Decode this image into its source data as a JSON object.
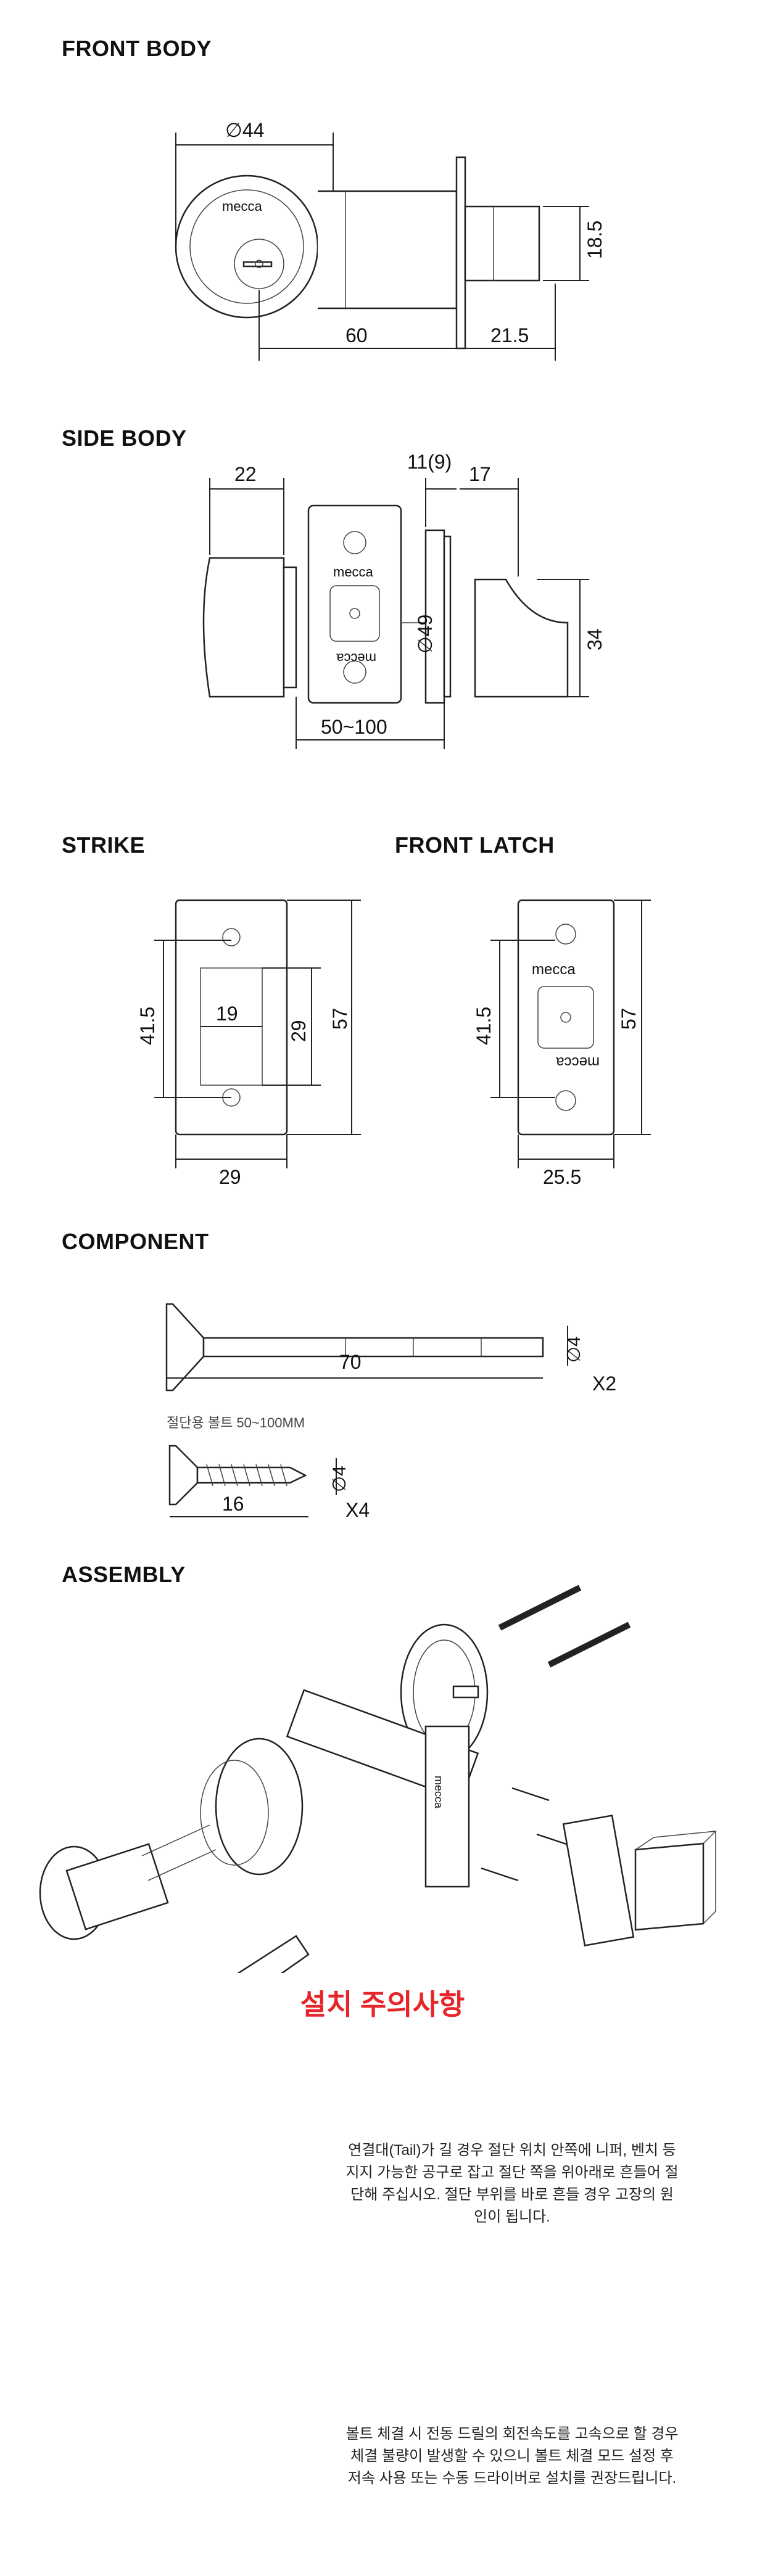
{
  "sections": {
    "front_body": "FRONT BODY",
    "side_body": "SIDE BODY",
    "strike": "STRIKE",
    "front_latch": "FRONT LATCH",
    "component": "COMPONENT",
    "assembly": "ASSEMBLY"
  },
  "front_body": {
    "brand": "mecca",
    "dims": {
      "diameter": "∅44",
      "length": "60",
      "depth": "21.5",
      "height": "18.5"
    }
  },
  "side_body": {
    "brand": "mecca",
    "dims": {
      "knob": "22",
      "gap": "11(9)",
      "thumb": "17",
      "backset": "50~100",
      "diameter": "∅49",
      "thumb_height": "34"
    }
  },
  "strike": {
    "dims": {
      "height_outer": "41.5",
      "width_inner": "19",
      "height_inner": "29",
      "height_total": "57",
      "width_total": "29"
    }
  },
  "front_latch": {
    "brand": "mecca",
    "dims": {
      "height_outer": "41.5",
      "height_total": "57",
      "width_total": "25.5"
    }
  },
  "component": {
    "bolt": {
      "diameter": "∅4",
      "length": "70",
      "qty": "X2",
      "caption": "절단용 볼트 50~100MM"
    },
    "screw": {
      "diameter": "∅4",
      "length": "16",
      "qty": "X4"
    }
  },
  "assembly": {
    "brand": "mecca"
  },
  "caution": {
    "title": "설치 주의사항",
    "note1": "연결대(Tail)가 길 경우 절단 위치 안쪽에 니퍼, 벤치 등 지지 가능한 공구로 잡고 절단 쪽을 위아래로 흔들어 절단해 주십시오. 절단 부위를 바로 흔들 경우 고장의 원인이 됩니다.",
    "note2": "볼트 체결 시 전동 드릴의 회전속도를 고속으로 할 경우 체결 불량이 발생할 수 있으니 볼트 체결 모드 설정 후 저속 사용 또는 수동 드라이버로 설치를 권장드립니다."
  }
}
